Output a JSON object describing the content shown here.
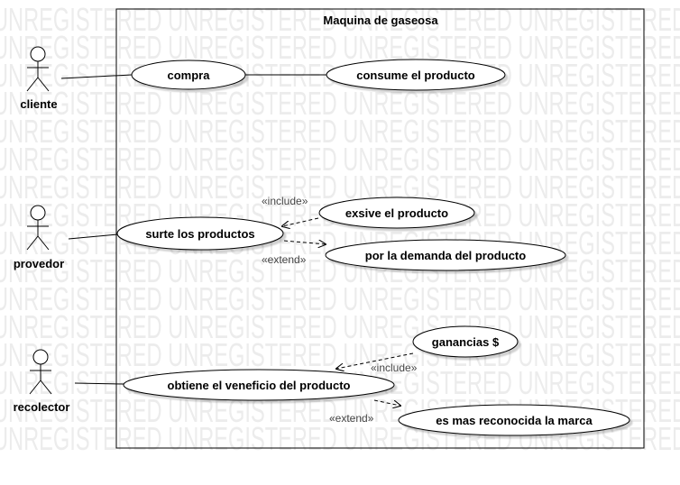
{
  "watermark": "UNREGISTERED",
  "system": {
    "title": "Maquina de gaseosa"
  },
  "actors": [
    {
      "id": "cliente",
      "label": "cliente"
    },
    {
      "id": "provedor",
      "label": "provedor"
    },
    {
      "id": "recolector",
      "label": "recolector"
    }
  ],
  "use_cases": [
    {
      "id": "compra",
      "label": "compra"
    },
    {
      "id": "consume",
      "label": "consume el producto"
    },
    {
      "id": "surte",
      "label": "surte los productos"
    },
    {
      "id": "exsive",
      "label": "exsive el producto"
    },
    {
      "id": "demanda",
      "label": "por la demanda del producto"
    },
    {
      "id": "obtiene",
      "label": "obtiene el veneficio del producto"
    },
    {
      "id": "ganancias",
      "label": "ganancias $"
    },
    {
      "id": "marca",
      "label": "es mas reconocida la marca"
    }
  ],
  "relations": [
    {
      "from": "cliente",
      "to": "compra",
      "kind": "association"
    },
    {
      "from": "compra",
      "to": "consume",
      "kind": "association"
    },
    {
      "from": "provedor",
      "to": "surte",
      "kind": "association"
    },
    {
      "from": "exsive",
      "to": "surte",
      "kind": "include",
      "label": "«include»"
    },
    {
      "from": "surte",
      "to": "demanda",
      "kind": "extend",
      "label": "«extend»"
    },
    {
      "from": "recolector",
      "to": "obtiene",
      "kind": "association"
    },
    {
      "from": "ganancias",
      "to": "obtiene",
      "kind": "include",
      "label": "«include»"
    },
    {
      "from": "obtiene",
      "to": "marca",
      "kind": "extend",
      "label": "«extend»"
    }
  ]
}
